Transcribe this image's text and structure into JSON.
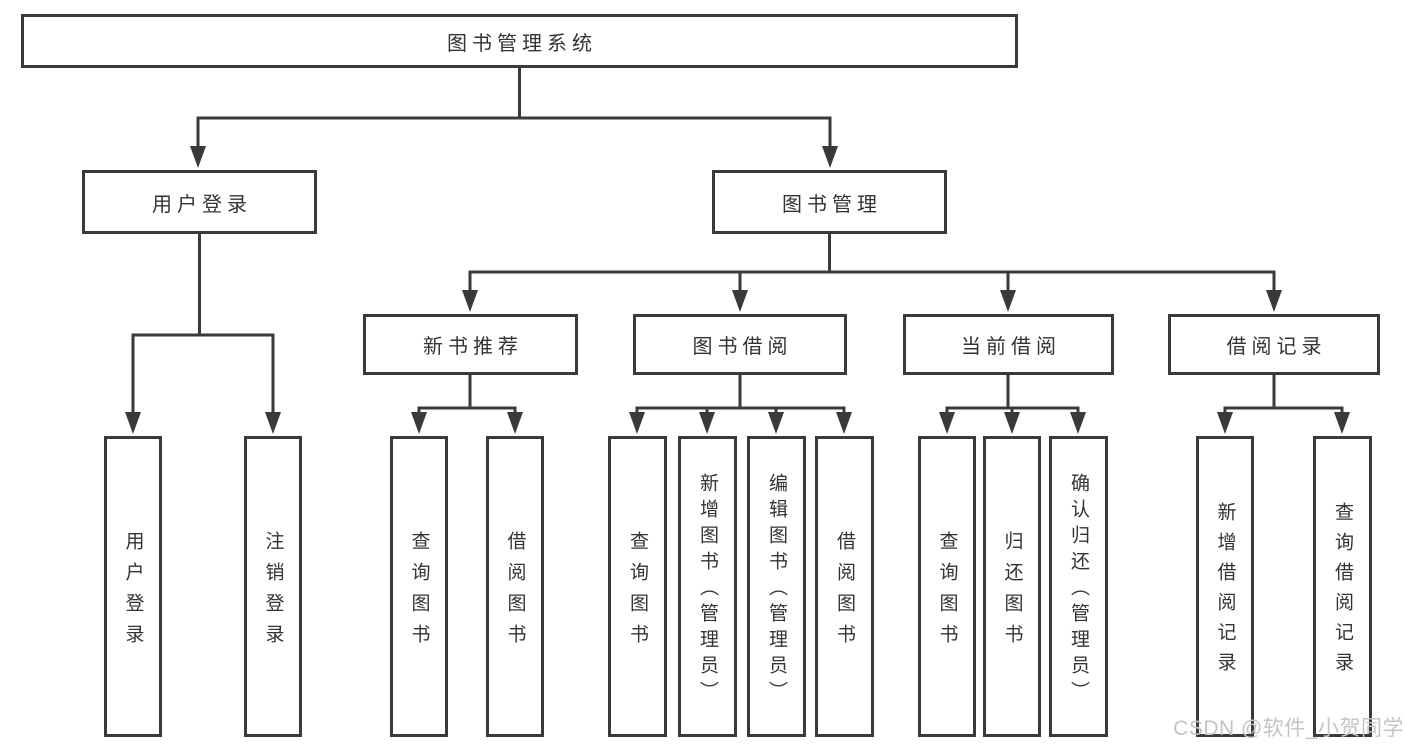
{
  "colors": {
    "line": "#3a3a3a",
    "ink": "#333333",
    "paper": "#ffffff",
    "watermark_color": "#c4c4c4"
  },
  "root": {
    "label": "图书管理系统"
  },
  "branches": {
    "user_login": {
      "label": "用户登录"
    },
    "book_management": {
      "label": "图书管理"
    }
  },
  "modules": {
    "new_book_recommend": {
      "label": "新书推荐"
    },
    "book_borrowing": {
      "label": "图书借阅"
    },
    "current_borrowing": {
      "label": "当前借阅"
    },
    "borrowing_records": {
      "label": "借阅记录"
    }
  },
  "functions": {
    "user_login": [
      "用户登录",
      "注销登录"
    ],
    "new_book_recommend": [
      "查询图书",
      "借阅图书"
    ],
    "book_borrowing": [
      "查询图书",
      "新增图书（管理员）",
      "编辑图书（管理员）",
      "借阅图书"
    ],
    "current_borrowing": [
      "查询图书",
      "归还图书",
      "确认归还（管理员）"
    ],
    "borrowing_records": [
      "新增借阅记录",
      "查询借阅记录"
    ]
  },
  "watermark": "CSDN @软件_小贺同学"
}
